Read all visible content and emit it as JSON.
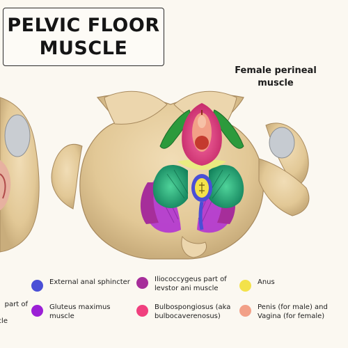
{
  "title": {
    "line1": "PELVIC FLOOR",
    "line2": "MUSCLE"
  },
  "subtitle": {
    "line1": "Female perineal",
    "line2": "muscle"
  },
  "cut_off_legend": {
    "line1": "part of",
    "line2": "cle"
  },
  "legend": [
    {
      "label_line1": "External anal sphincter",
      "label_line2": "",
      "color": "#4a4fd6"
    },
    {
      "label_line1": "Iliococcygeus part of",
      "label_line2": "levstor ani muscle",
      "color": "#a62e9a"
    },
    {
      "label_line1": "Anus",
      "label_line2": "",
      "color": "#f3e24a"
    },
    {
      "label_line1": "Gluteus maximus",
      "label_line2": "muscle",
      "color": "#9b20d6"
    },
    {
      "label_line1": "Bulbospongiosus (aka",
      "label_line2": "bulbocaverenosus)",
      "color": "#f0407e"
    },
    {
      "label_line1": "Penis (for male) and",
      "label_line2": "Vagina (for female)",
      "color": "#f2a087"
    }
  ],
  "colors": {
    "bone": "#e6cfa3",
    "bone_shadow": "#b99f72",
    "gluteus": "#a734c8",
    "levator": "#1a9a6e",
    "levator_light": "#3fc08a",
    "bulbospongiosus": "#e0407f",
    "ischiocavernosus": "#2c9a3c",
    "vagina": "#e58a6a",
    "anus": "#f3e24a",
    "sphincter": "#4a4fd6"
  }
}
